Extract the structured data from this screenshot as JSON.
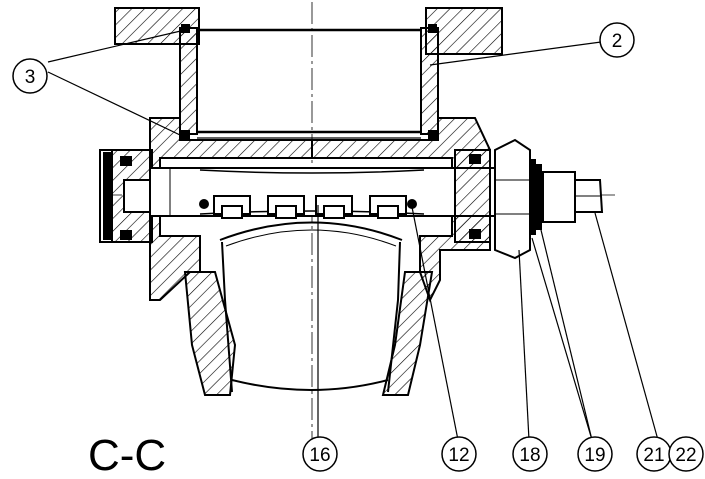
{
  "drawing": {
    "section_label": "C-C",
    "callouts": [
      {
        "id": "c3",
        "label": "3"
      },
      {
        "id": "c2",
        "label": "2"
      },
      {
        "id": "c16",
        "label": "16"
      },
      {
        "id": "c12",
        "label": "12"
      },
      {
        "id": "c18",
        "label": "18"
      },
      {
        "id": "c19",
        "label": "19"
      },
      {
        "id": "c21",
        "label": "21"
      },
      {
        "id": "c22",
        "label": "22"
      }
    ],
    "colors": {
      "line": "#000000",
      "background": "#ffffff"
    }
  }
}
